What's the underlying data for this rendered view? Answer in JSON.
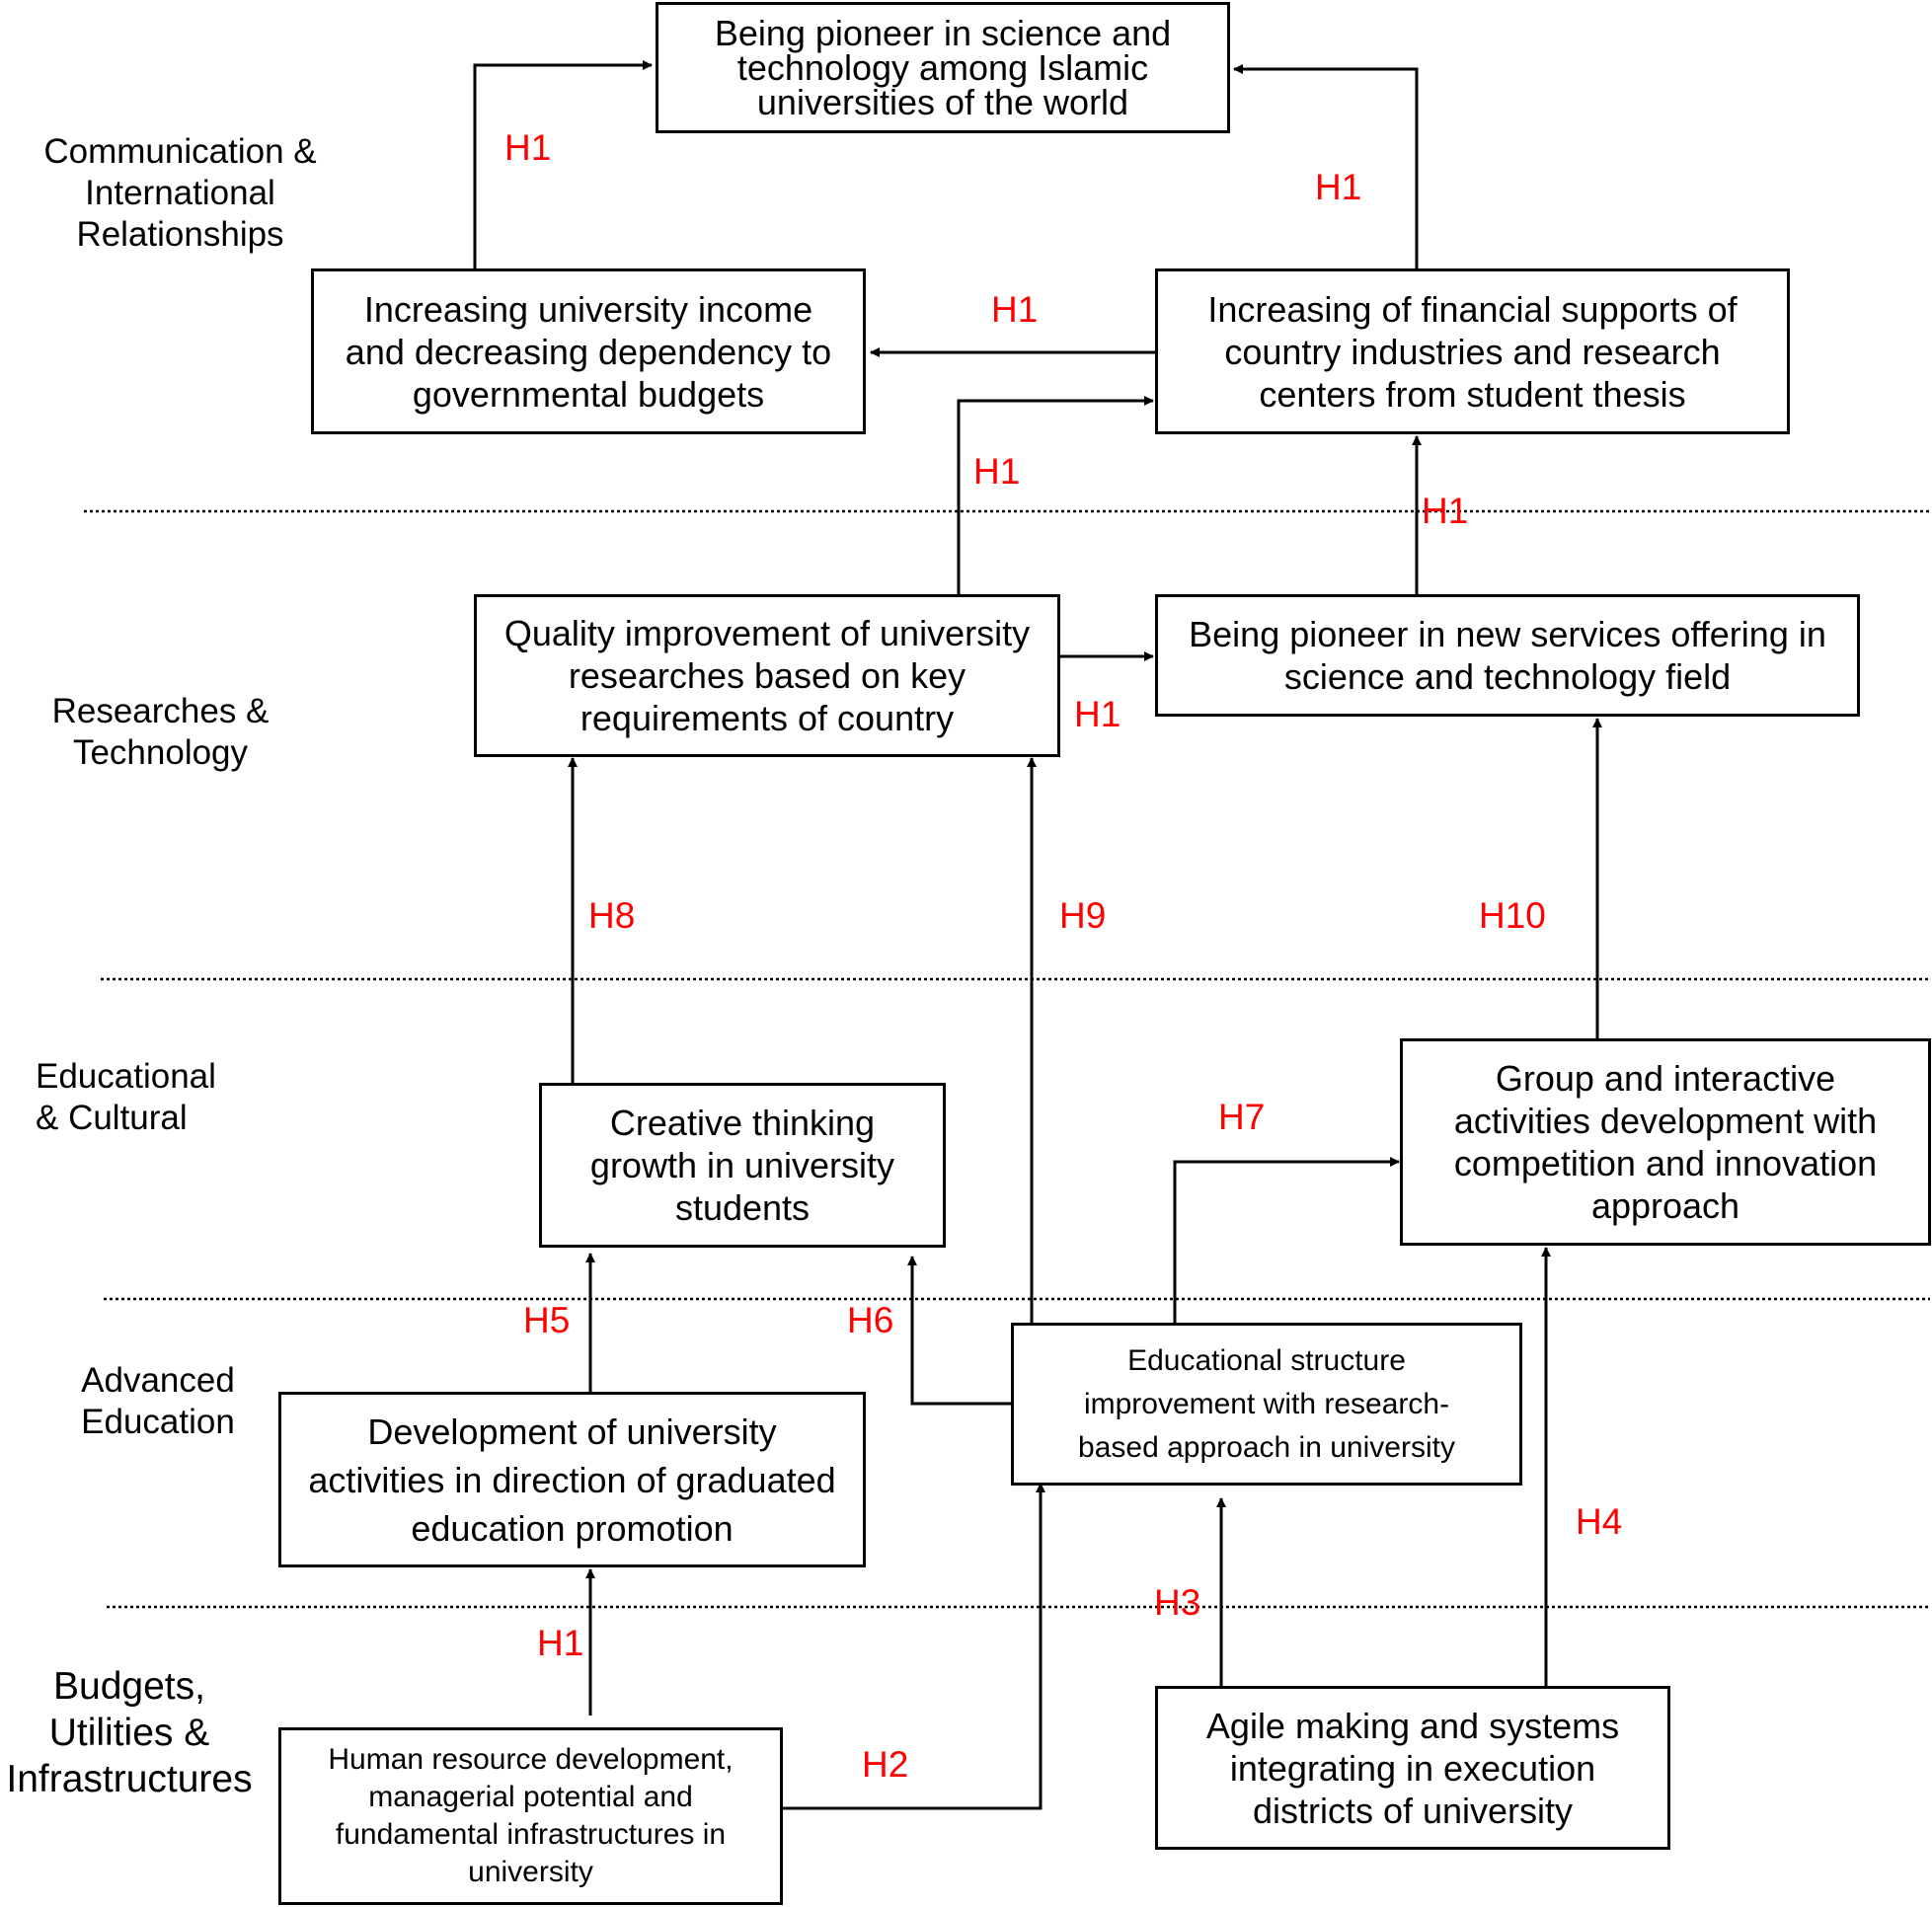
{
  "lanes": [
    "Communication &\nInternational\nRelationships",
    "Researches &\nTechnology",
    "Educational\n& Cultural",
    "Advanced\nEducation",
    "Budgets,\nUtilities &\nInfrastructures"
  ],
  "boxes": {
    "pioneer_islamic": "Being pioneer in science and technology among Islamic universities of the world",
    "university_income": "Increasing university income and decreasing dependency to governmental budgets",
    "financial_supports": "Increasing of financial supports of country industries and research centers from student thesis",
    "quality_research": "Quality improvement of university researches based on key requirements of country",
    "pioneer_services": "Being pioneer in new services offering in science and technology field",
    "creative_thinking": "Creative thinking growth in university students",
    "group_activities": "Group and interactive activities development with competition and innovation approach",
    "educational_structure": "Educational structure improvement with research-based approach in university",
    "graduated_education": "Development of university activities in direction of graduated education promotion",
    "human_resource": "Human resource development, managerial potential and fundamental infrastructures in university",
    "agile_making": "Agile making and systems integrating in execution districts of university"
  },
  "hypotheses": {
    "h1_income_to_pioneer": "H1",
    "h1_financial_to_pioneer": "H1",
    "h1_financial_to_income": "H1",
    "h1_quality_to_financial": "H1",
    "h1_services_to_financial": "H1",
    "h1_quality_to_services": "H1",
    "h8": "H8",
    "h9": "H9",
    "h10": "H10",
    "h7": "H7",
    "h5": "H5",
    "h6": "H6",
    "h4": "H4",
    "h3": "H3",
    "h1_human_to_graduated": "H1",
    "h2": "H2"
  },
  "colors": {
    "hypothesis": "#ff0000",
    "line": "#000000"
  }
}
